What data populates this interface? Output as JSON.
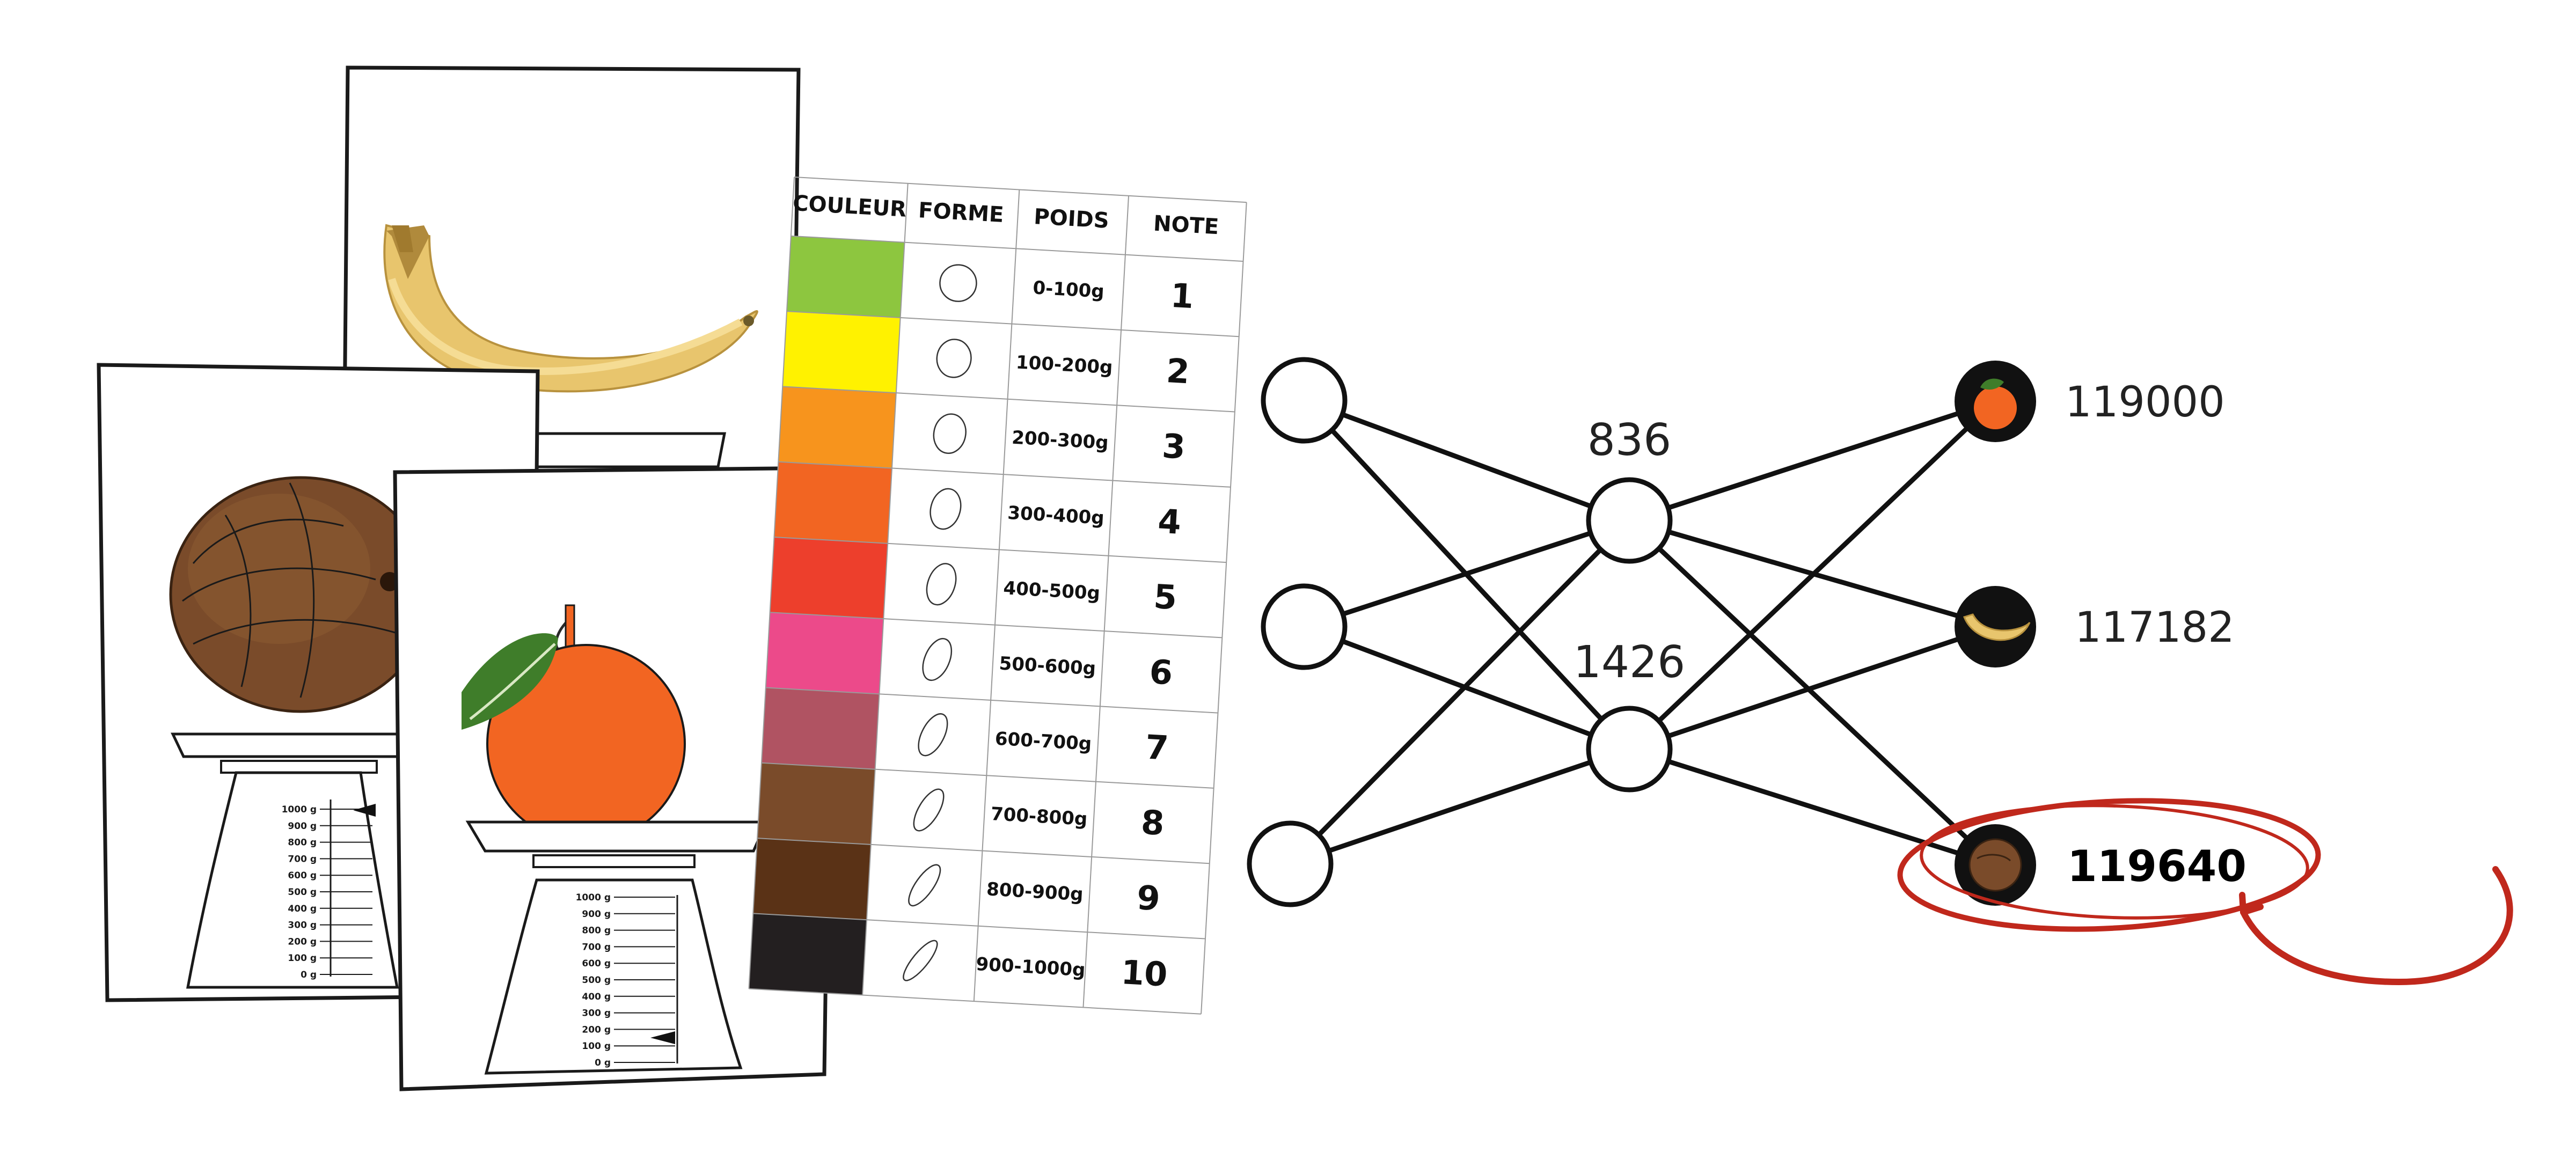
{
  "table": {
    "headers": [
      "COULEUR",
      "FORME",
      "POIDS",
      "NOTE"
    ],
    "rows": [
      {
        "color": "#8dc63f",
        "weight": "0-100g",
        "note": "1"
      },
      {
        "color": "#fff200",
        "weight": "100-200g",
        "note": "2"
      },
      {
        "color": "#f7941d",
        "weight": "200-300g",
        "note": "3"
      },
      {
        "color": "#f26522",
        "weight": "300-400g",
        "note": "4"
      },
      {
        "color": "#ed3f2c",
        "weight": "400-500g",
        "note": "5"
      },
      {
        "color": "#ec4a8a",
        "weight": "500-600g",
        "note": "6"
      },
      {
        "color": "#b05362",
        "weight": "600-700g",
        "note": "7"
      },
      {
        "color": "#7a4b2a",
        "weight": "700-800g",
        "note": "8"
      },
      {
        "color": "#5a3216",
        "weight": "800-900g",
        "note": "9"
      },
      {
        "color": "#231f20",
        "weight": "900-1000g",
        "note": "10"
      }
    ]
  },
  "scale_ticks": [
    "1000 g",
    "900 g",
    "800 g",
    "700 g",
    "600 g",
    "500 g",
    "400 g",
    "300 g",
    "200 g",
    "100 g",
    "0 g"
  ],
  "network": {
    "hidden": [
      "836",
      "1426"
    ],
    "outputs": [
      {
        "fruit": "orange",
        "value": "119000"
      },
      {
        "fruit": "banana",
        "value": "117182"
      },
      {
        "fruit": "coconut",
        "value": "119640",
        "selected": true
      }
    ]
  },
  "colors": {
    "highlight": "#c0281c",
    "orange": "#f26522",
    "banana": "#e8c56d",
    "coconut": "#6b3e1f",
    "leaf": "#3f7d2a"
  },
  "icons": [
    "banana-icon",
    "coconut-icon",
    "orange-icon",
    "leaf-icon",
    "scale-icon"
  ]
}
